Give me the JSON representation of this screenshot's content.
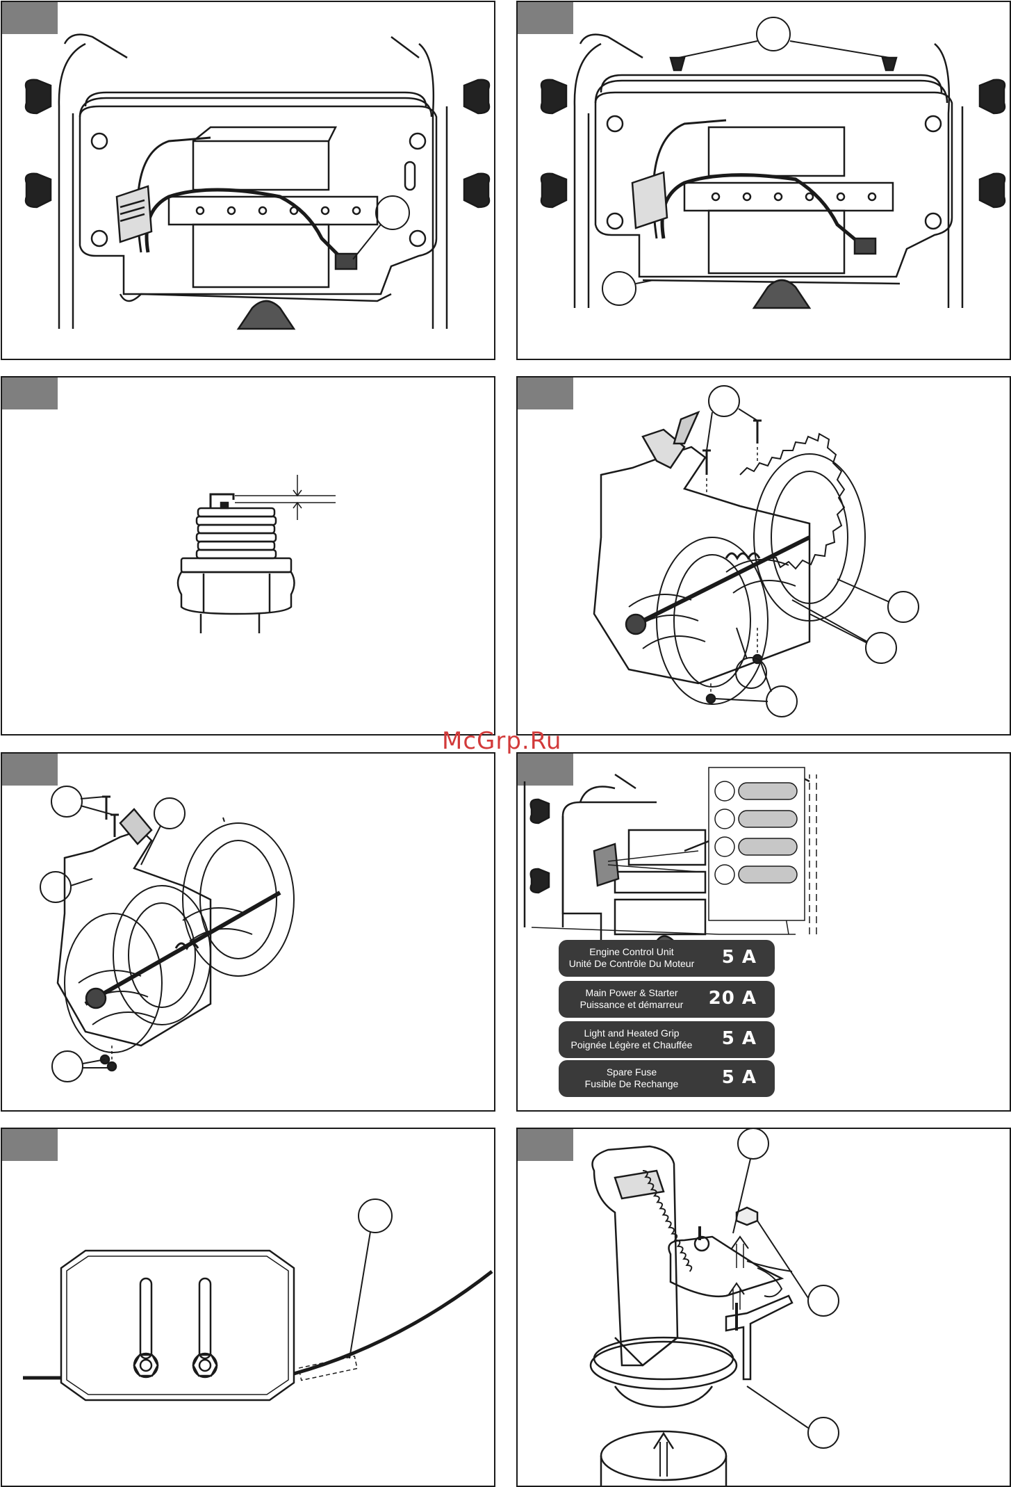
{
  "watermark": "McGrp.Ru",
  "fuse_labels": [
    {
      "line1": "Engine Control Unit",
      "line2": "Unité De Contrôle Du Moteur",
      "amp": "5 A"
    },
    {
      "line1": "Main Power & Starter",
      "line2": "Puissance et démarreur",
      "amp": "20 A"
    },
    {
      "line1": "Light and Heated Grip",
      "line2": "Poignée Légère et Chauffée",
      "amp": "5 A"
    },
    {
      "line1": "Spare Fuse",
      "line2": "Fusible De Rechange",
      "amp": "5 A"
    }
  ],
  "colors": {
    "tab": "#7f7f7f",
    "label_bg": "#3a3a3a",
    "watermark": "#d23a3a",
    "line": "#1a1a1a"
  }
}
